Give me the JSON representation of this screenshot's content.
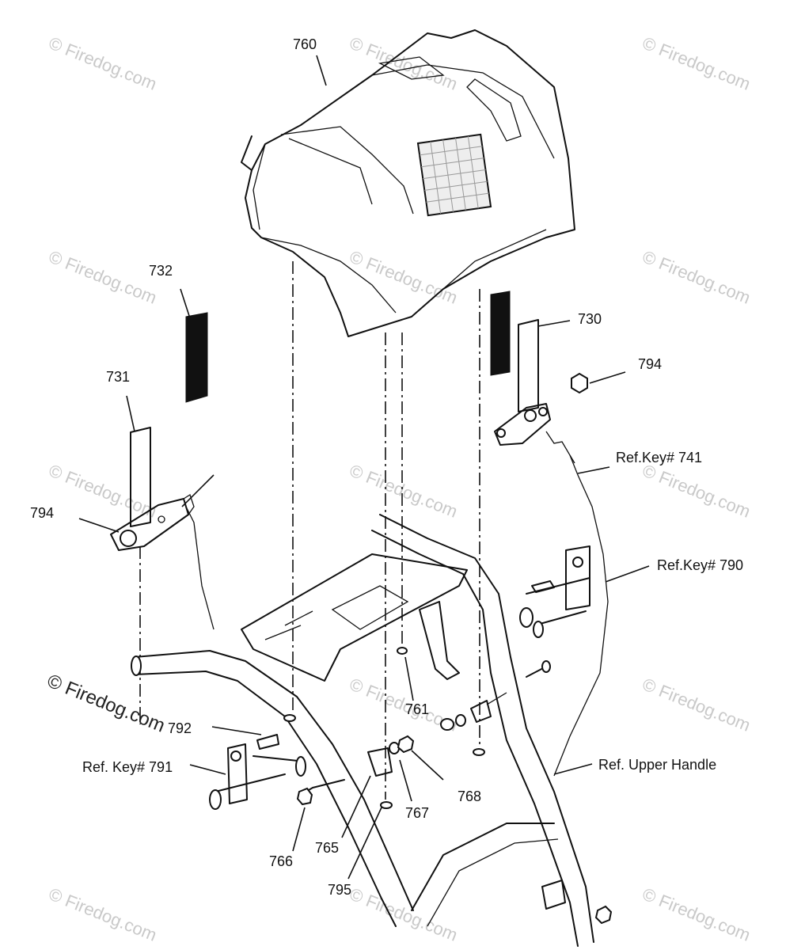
{
  "labels": {
    "p760": "760",
    "p732": "732",
    "p730": "730",
    "p731": "731",
    "p794a": "794",
    "p794b": "794",
    "ref741": "Ref.Key# 741",
    "ref790": "Ref.Key# 790",
    "p761": "761",
    "p792": "792",
    "ref791": "Ref. Key# 791",
    "p768": "768",
    "p767": "767",
    "p765": "765",
    "p766": "766",
    "p795": "795",
    "refUpper": "Ref. Upper Handle"
  },
  "watermark": {
    "text": "© Firedog.com",
    "main": "© Firedog.com"
  }
}
